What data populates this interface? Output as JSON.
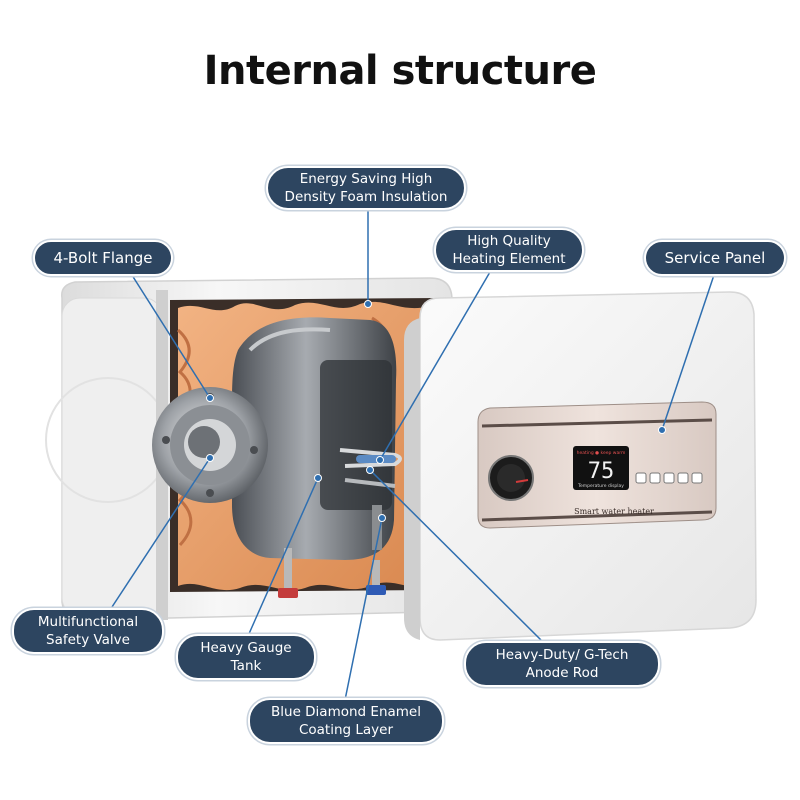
{
  "title": "Internal structure",
  "device": {
    "display_value": "75",
    "display_indicators": "heating  ● keep warm",
    "display_caption": "Temperature display",
    "panel_caption": "Smart water heater"
  },
  "callouts": {
    "foam_insulation": {
      "line1": "Energy Saving High",
      "line2": "Density Foam Insulation"
    },
    "flange": {
      "line1": "4-Bolt Flange"
    },
    "heating_element": {
      "line1": "High Quality",
      "line2": "Heating Element"
    },
    "service_panel": {
      "line1": "Service Panel"
    },
    "safety_valve": {
      "line1": "Multifunctional",
      "line2": "Safety Valve"
    },
    "tank": {
      "line1": "Heavy Gauge",
      "line2": "Tank"
    },
    "anode_rod": {
      "line1": "Heavy-Duty/ G-Tech",
      "line2": "Anode Rod"
    },
    "enamel_coating": {
      "line1": "Blue Diamond Enamel",
      "line2": "Coating Layer"
    }
  },
  "colors": {
    "callout_bg": "#2d4560",
    "leader_line": "#2f6fb0",
    "foam": "#e9a36f",
    "tank": "#6d7177",
    "housing": "#f2f2f2"
  }
}
